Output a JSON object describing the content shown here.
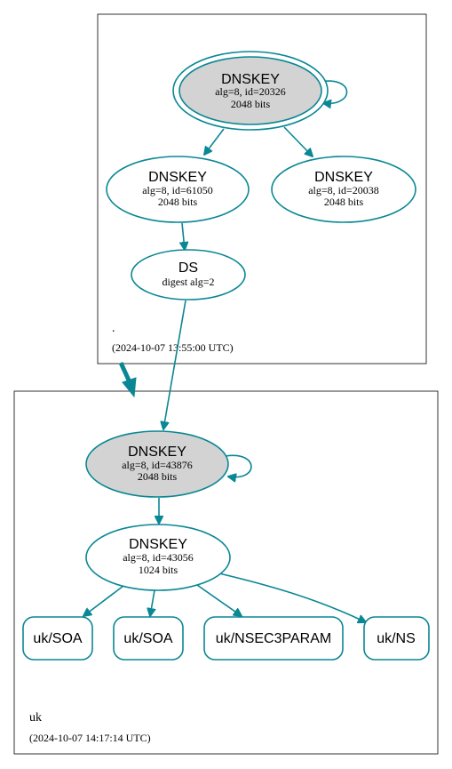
{
  "colors": {
    "edge": "#0a8794",
    "ksk_fill": "#d3d3d3",
    "node_fill": "#ffffff",
    "cluster_border": "#000000"
  },
  "root_zone": {
    "name": ".",
    "timestamp": "(2024-10-07 13:55:00 UTC)",
    "nodes": {
      "ksk": {
        "title": "DNSKEY",
        "line1": "alg=8, id=20326",
        "line2": "2048 bits"
      },
      "zsk1": {
        "title": "DNSKEY",
        "line1": "alg=8, id=61050",
        "line2": "2048 bits"
      },
      "zsk2": {
        "title": "DNSKEY",
        "line1": "alg=8, id=20038",
        "line2": "2048 bits"
      },
      "ds": {
        "title": "DS",
        "line1": "digest alg=2"
      }
    }
  },
  "uk_zone": {
    "name": "uk",
    "timestamp": "(2024-10-07 14:17:14 UTC)",
    "nodes": {
      "ksk": {
        "title": "DNSKEY",
        "line1": "alg=8, id=43876",
        "line2": "2048 bits"
      },
      "zsk": {
        "title": "DNSKEY",
        "line1": "alg=8, id=43056",
        "line2": "1024 bits"
      },
      "rrsets": [
        "uk/SOA",
        "uk/SOA",
        "uk/NSEC3PARAM",
        "uk/NS"
      ]
    }
  }
}
